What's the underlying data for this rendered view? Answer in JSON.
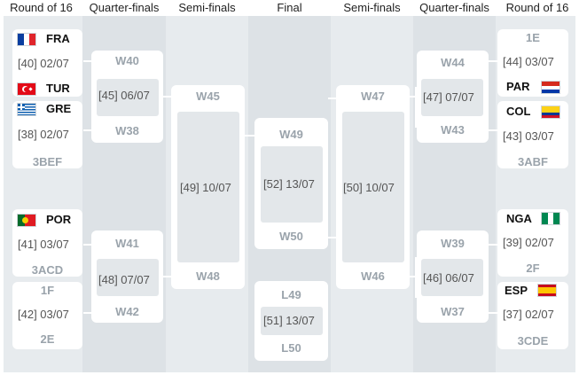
{
  "headers": [
    "Round of 16",
    "Quarter-finals",
    "Semi-finals",
    "Final",
    "Semi-finals",
    "Quarter-finals",
    "Round of 16"
  ],
  "left": {
    "r16_1": {
      "team_a": "FRA",
      "info": "[40] 02/07",
      "team_b": "TUR"
    },
    "r16_2": {
      "team_a": "GRE",
      "info": "[38] 02/07",
      "team_b": "3BEF"
    },
    "r16_3": {
      "team_a": "POR",
      "info": "[41] 03/07",
      "team_b": "3ACD"
    },
    "r16_4": {
      "team_a": "1F",
      "info": "[42] 03/07",
      "team_b": "2E"
    },
    "qf_1": {
      "team_a": "W40",
      "info": "[45] 06/07",
      "team_b": "W38"
    },
    "qf_2": {
      "team_a": "W41",
      "info": "[48] 07/07",
      "team_b": "W42"
    },
    "sf": {
      "team_a": "W45",
      "info": "[49] 10/07",
      "team_b": "W48"
    }
  },
  "final": {
    "team_a": "W49",
    "info": "[52] 13/07",
    "team_b": "W50"
  },
  "third_place": {
    "team_a": "L49",
    "info": "[51] 13/07",
    "team_b": "L50"
  },
  "right": {
    "r16_1": {
      "team_a": "1E",
      "info": "[44] 03/07",
      "team_b": "PAR"
    },
    "r16_2": {
      "team_a": "COL",
      "info": "[43] 03/07",
      "team_b": "3ABF"
    },
    "r16_3": {
      "team_a": "NGA",
      "info": "[39] 02/07",
      "team_b": "2F"
    },
    "r16_4": {
      "team_a": "ESP",
      "info": "[37] 02/07",
      "team_b": "3CDE"
    },
    "qf_1": {
      "team_a": "W44",
      "info": "[47] 07/07",
      "team_b": "W43"
    },
    "qf_2": {
      "team_a": "W39",
      "info": "[46] 06/07",
      "team_b": "W37"
    },
    "sf": {
      "team_a": "W47",
      "info": "[50] 10/07",
      "team_b": "W46"
    }
  },
  "flags": {
    "fra": "fra-flag-icon",
    "tur": "tur-flag-icon",
    "gre": "gre-flag-icon",
    "por": "por-flag-icon",
    "par": "par-flag-icon",
    "col": "col-flag-icon",
    "nga": "nga-flag-icon",
    "esp": "esp-flag-icon"
  }
}
